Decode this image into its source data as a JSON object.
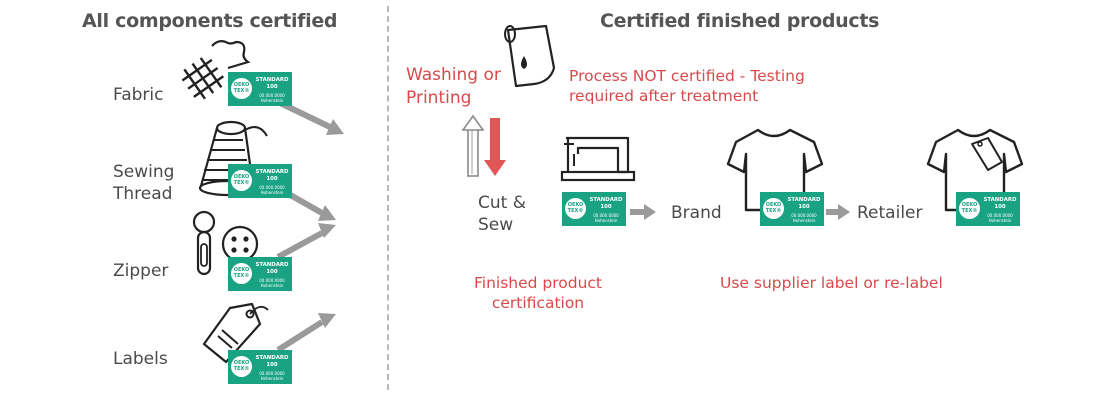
{
  "left_title": "All components certified",
  "right_title": "Certified finished products",
  "components": [
    "Fabric",
    "Sewing Thread",
    "Zipper",
    "Labels"
  ],
  "washing_label": "Washing or Printing",
  "process_note": "Process NOT certified - Testing required after treatment",
  "cut_sew_label": "Cut & Sew",
  "brand_label": "Brand",
  "retailer_label": "Retailer",
  "finished_cert_label": "Finished product certification",
  "relabel_label": "Use supplier label or re-label",
  "tag": {
    "logo_line1": "OEKO",
    "logo_line2": "TEX®",
    "standard": "STANDARD",
    "number": "100",
    "code": "00.000.0000",
    "institute": "Hohenstein"
  },
  "colors": {
    "green": "#1aa383",
    "red": "#d84a4a",
    "gray_arrow": "#9a9a9a",
    "line": "#222222"
  }
}
